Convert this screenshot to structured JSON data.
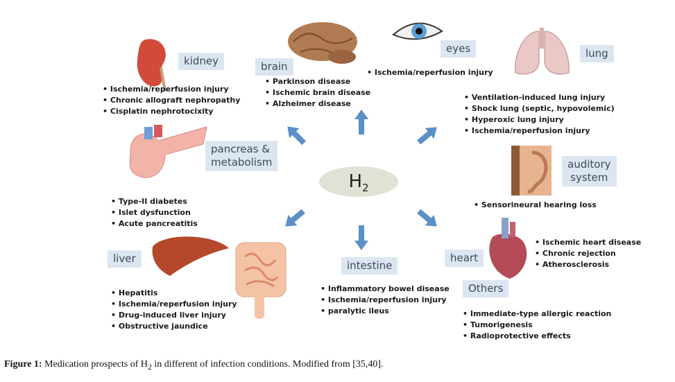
{
  "center": {
    "label": "H",
    "subscript": "2"
  },
  "organs": {
    "kidney": {
      "label": "kidney",
      "items": [
        "Ischemia/reperfusion injury",
        "Chronic allograft nephropathy",
        "Cisplatin nephrotocixity"
      ]
    },
    "brain": {
      "label": "brain",
      "items": [
        "Parkinson disease",
        "Ischemic brain disease",
        "Alzheimer disease"
      ]
    },
    "eyes": {
      "label": "eyes",
      "items": [
        "Ischemia/reperfusion injury"
      ]
    },
    "lung": {
      "label": "lung",
      "items": [
        "Ventilation-induced lung injury",
        "Shock lung (septic, hypovolemic)",
        "Hyperoxic lung injury",
        "Ischemia/reperfusion injury"
      ]
    },
    "pancreas": {
      "label_line1": "pancreas &",
      "label_line2": "metabolism",
      "items": [
        "Type-II diabetes",
        "Islet dysfunction",
        "Acute pancreatitis"
      ]
    },
    "auditory": {
      "label_line1": "auditory",
      "label_line2": "system",
      "items": [
        "Sensorineural hearing loss"
      ]
    },
    "liver": {
      "label": "liver",
      "items": [
        "Hepatitis",
        "Ischemia/reperfusion injury",
        "Drug-induced liver injury",
        "Obstructive jaundice"
      ]
    },
    "intestine": {
      "label": "intestine",
      "items": [
        "Inflammatory bowel disease",
        "Ischemia/reperfusion injury",
        "paralytic ileus"
      ]
    },
    "heart": {
      "label": "heart",
      "items": [
        "Ischemic heart disease",
        "Chronic rejection",
        "Atherosclerosis"
      ]
    },
    "others": {
      "label": "Others",
      "items": [
        "Immediate-type allergic reaction",
        "Tumorigenesis",
        "Radioprotective effects"
      ]
    }
  },
  "caption": {
    "prefix": "Figure 1:",
    "text_a": " Medication prospects of H",
    "sub": "2",
    "text_b": " in different of infection conditions. Modified from [35,40]."
  },
  "colors": {
    "arrow": "#5b8fc7",
    "label_bg": "#dce6f2"
  }
}
